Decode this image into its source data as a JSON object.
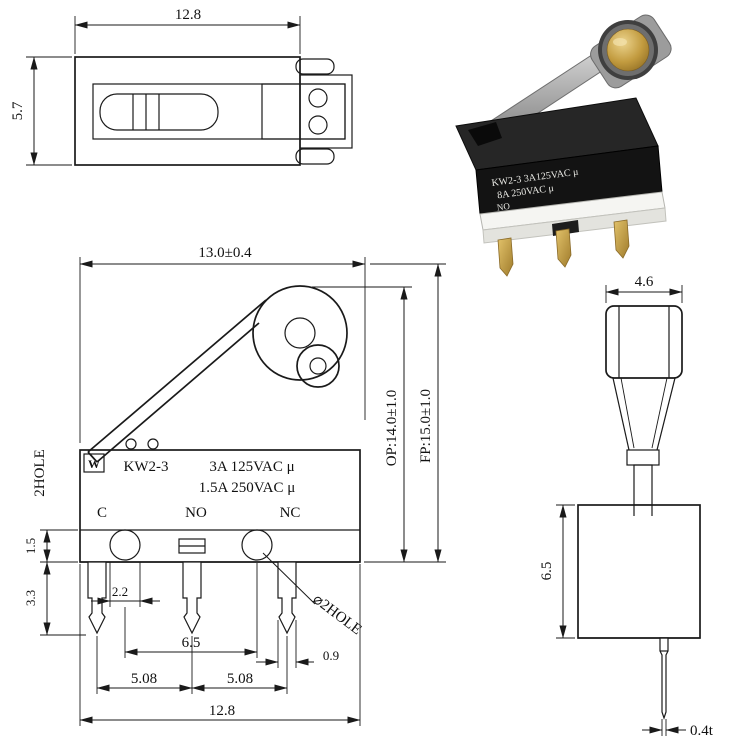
{
  "top_view": {
    "dim_width": "12.8",
    "dim_height": "5.7"
  },
  "photo": {
    "marking_line1": "KW2-3 3A125VAC μ",
    "marking_line2": "8A 250VAC μ",
    "marking_no": "NO"
  },
  "front_view": {
    "dim_overall": "13.0±0.4",
    "logo": "W",
    "model": "KW2-3",
    "rating_line1": "3A 125VAC μ",
    "rating_line2": "1.5A 250VAC μ",
    "terminal_c": "C",
    "terminal_no": "NO",
    "terminal_nc": "NC",
    "label_2hole": "2HOLE",
    "label_dia2hole": "⌀2HOLE",
    "dim_1_5": "1.5",
    "dim_3_3": "3.3",
    "dim_2_2": "2.2",
    "dim_6_5": "6.5",
    "dim_5_08_a": "5.08",
    "dim_5_08_b": "5.08",
    "dim_12_8": "12.8",
    "dim_0_9": "0.9",
    "dim_op": "OP:14.0±1.0",
    "dim_fp": "FP:15.0±1.0"
  },
  "side_view": {
    "dim_4_6": "4.6",
    "dim_6_5": "6.5",
    "dim_0_4t": "0.4t"
  }
}
